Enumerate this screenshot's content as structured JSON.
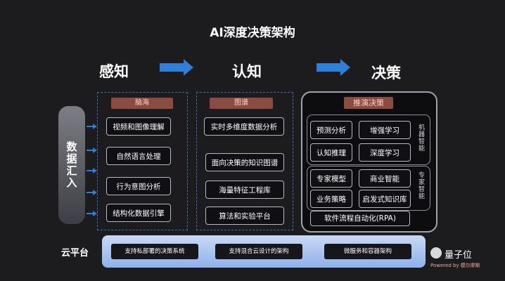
{
  "title": "AI深度决策架构",
  "phases": {
    "perceive": "感知",
    "cognize": "认知",
    "decide": "决策"
  },
  "ingest": "数据汇入",
  "perception": {
    "tag": "脑海",
    "items": [
      "视频和图像理解",
      "自然语言处理",
      "行为意图分析",
      "结构化数据引擎"
    ]
  },
  "cognition": {
    "tag": "图谱",
    "items": [
      "实时多维度数据分析",
      "面向决策的知识图谱",
      "海量特征工程库",
      "算法和实验平台"
    ]
  },
  "decision": {
    "tag": "推演决策",
    "machine_items": [
      "预测分析",
      "增强学习",
      "认知推理",
      "深度学习"
    ],
    "machine_label": "机器智能",
    "expert_items": [
      "专家模型",
      "商业智能",
      "业务策略",
      "启发式知识库"
    ],
    "expert_label": "专家智能",
    "rpa": "软件流程自动化(RPA)"
  },
  "cloud": {
    "label": "云平台",
    "items": [
      "支持私部署的决策系统",
      "支持混合云设计的架构",
      "微服务和容器架构"
    ]
  },
  "logo": {
    "name": "量子位",
    "powered": "Powered by 模尔摩斯"
  }
}
